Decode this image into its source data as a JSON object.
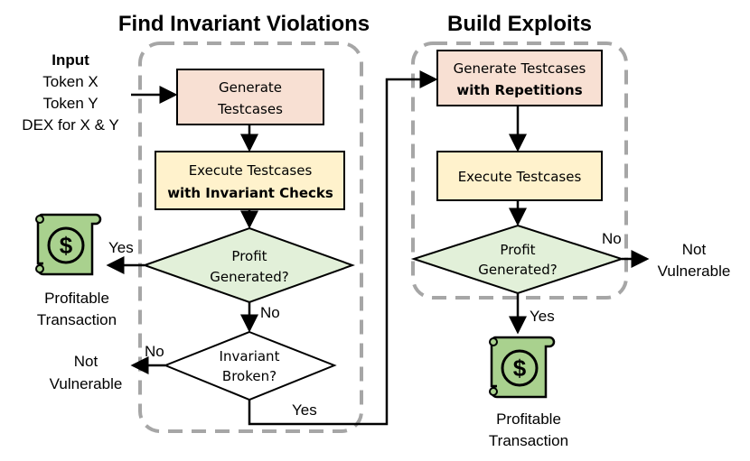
{
  "titles": {
    "left": "Find Invariant Violations",
    "right": "Build Exploits"
  },
  "input": {
    "heading": "Input",
    "lines": [
      "Token X",
      "Token Y",
      "DEX for X & Y"
    ]
  },
  "left": {
    "generate": [
      "Generate",
      "Testcases"
    ],
    "execute": [
      "Execute Testcases",
      "with Invariant Checks"
    ],
    "profit": [
      "Profit",
      "Generated?"
    ],
    "invariant": [
      "Invariant",
      "Broken?"
    ],
    "yes_profit": "Yes",
    "no_profit": "No",
    "no_invariant": "No",
    "yes_invariant": "Yes",
    "not_vulnerable": [
      "Not",
      "Vulnerable"
    ],
    "profitable": [
      "Profitable",
      "Transaction"
    ]
  },
  "right": {
    "generate": [
      "Generate Testcases",
      "with Repetitions"
    ],
    "execute": "Execute Testcases",
    "profit": [
      "Profit",
      "Generated?"
    ],
    "no": "No",
    "yes": "Yes",
    "not_vulnerable": [
      "Not",
      "Vulnerable"
    ],
    "profitable": [
      "Profitable",
      "Transaction"
    ]
  },
  "colors": {
    "generate": "#F8E0D3",
    "execute": "#FFF2CC",
    "decision": "#E2F0D9",
    "scroll": "#A9D18E",
    "dash": "#A6A6A6"
  }
}
